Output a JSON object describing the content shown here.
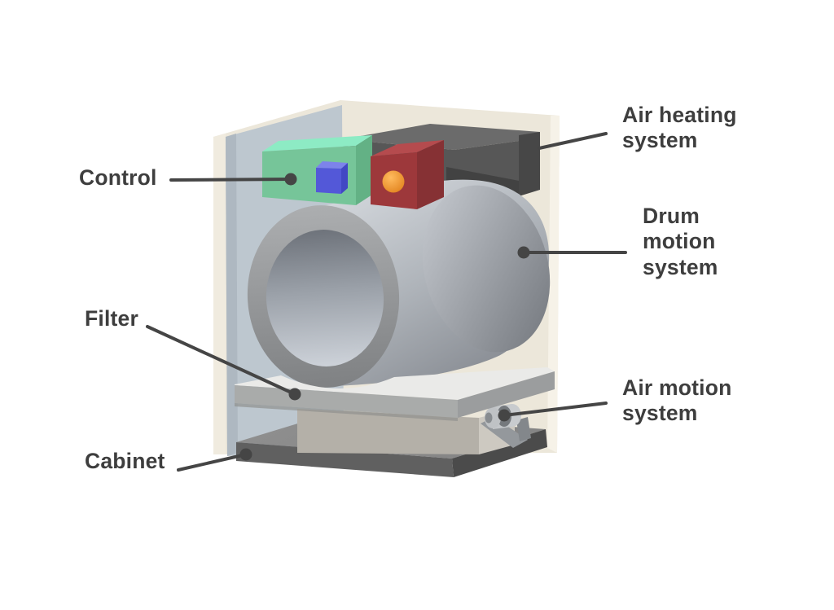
{
  "diagram": {
    "subject": "clothes-dryer-components",
    "labels": {
      "control": "Control",
      "air_heating": "Air heating\nsystem",
      "drum_motion": "Drum\nmotion\nsystem",
      "filter": "Filter",
      "air_motion": "Air motion\nsystem",
      "cabinet": "Cabinet"
    },
    "colors": {
      "label_text": "#3e3e3e",
      "leader_line": "#454545",
      "back_panel_cream": "#ece7da",
      "side_panel_blue_gray": "#bdc7cf",
      "heating_duct_dark": "#575757",
      "drum_gray": "#b0b5bb",
      "control_green": "#76c599",
      "control_button_blue": "#5358d8",
      "indicator_red": "#9d383b",
      "indicator_orange": "#ef9a33",
      "filter_light": "#eaeae8",
      "cabinet_base_dark": "#606060"
    }
  }
}
